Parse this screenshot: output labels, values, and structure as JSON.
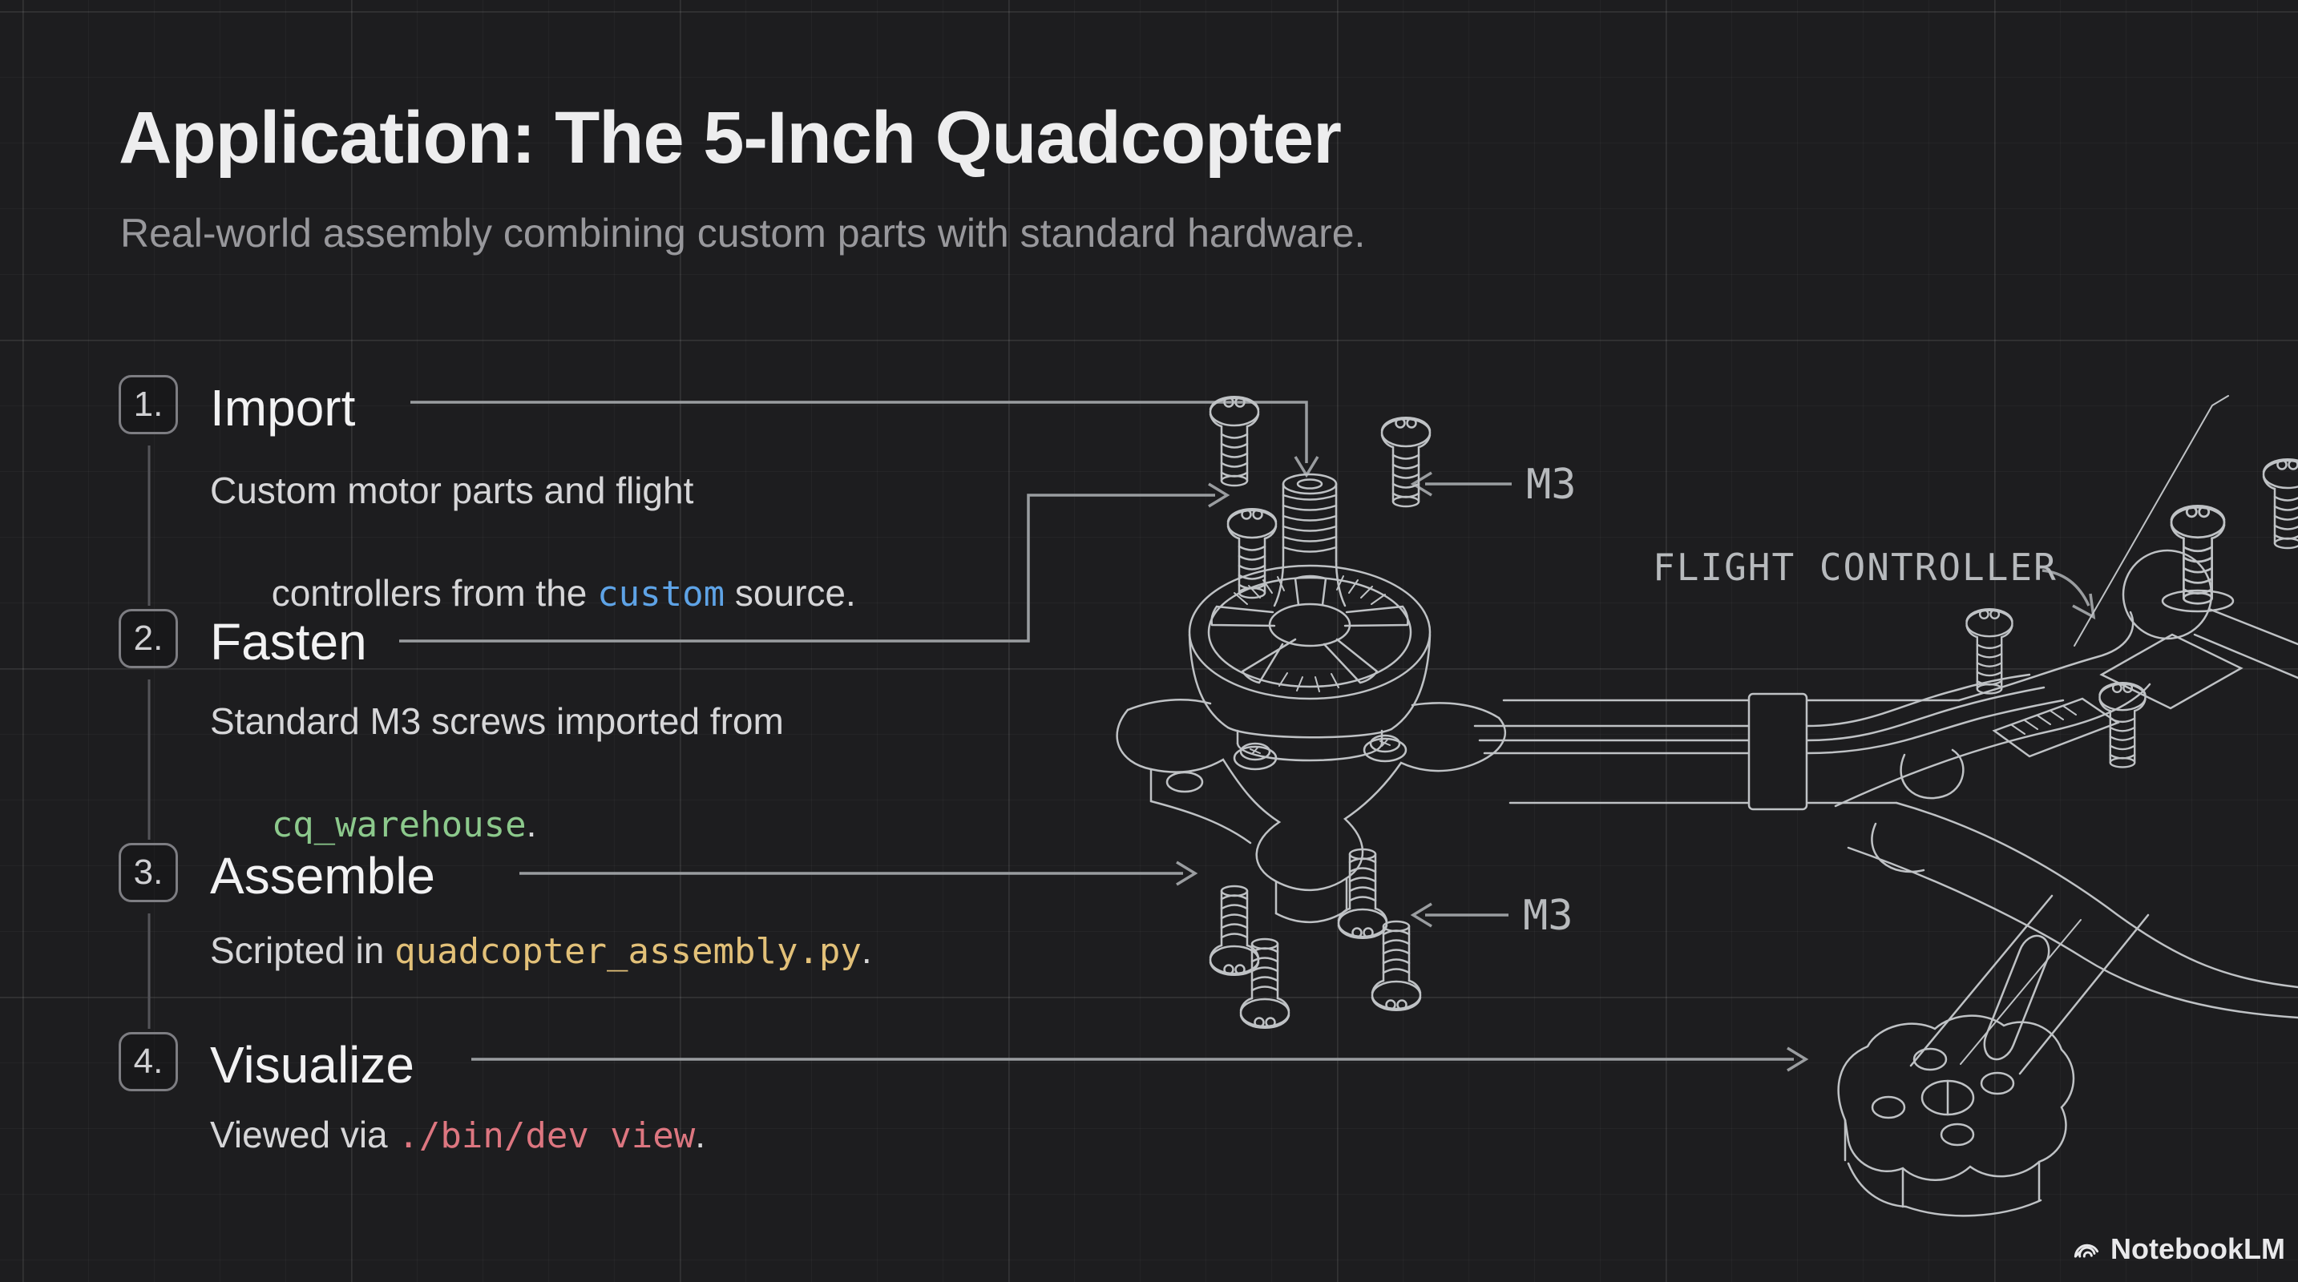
{
  "page": {
    "title": "Application: The 5-Inch Quadcopter",
    "subtitle": "Real-world assembly combining custom parts with standard hardware."
  },
  "steps": [
    {
      "number": "1.",
      "title": "Import",
      "line1": "Custom motor parts and flight",
      "line2_pre": "controllers from the ",
      "code": "custom",
      "line2_post": " source."
    },
    {
      "number": "2.",
      "title": "Fasten",
      "line1": "Standard M3 screws imported from",
      "line2_pre": "",
      "code": "cq_warehouse",
      "line2_post": "."
    },
    {
      "number": "3.",
      "title": "Assemble",
      "line1_pre": "Scripted in ",
      "code": "quadcopter_assembly.py",
      "line1_post": "."
    },
    {
      "number": "4.",
      "title": "Visualize",
      "line1_pre": "Viewed via ",
      "code": "./bin/dev view",
      "line1_post": "."
    }
  ],
  "diagram": {
    "labels": {
      "m3_top": "M3",
      "m3_bottom": "M3",
      "flight_controller": "FLIGHT CONTROLLER"
    }
  },
  "footer": {
    "brand": "NotebookLM"
  },
  "colors": {
    "background": "#1d1d1f",
    "title": "#ededee",
    "subtitle": "#98989c",
    "body_text": "#d6d6d8",
    "code_blue": "#5ea3e6",
    "code_green": "#8cc98c",
    "code_yellow": "#e2c078",
    "code_red": "#dd7680",
    "line_art": "#bfc2c5",
    "leader_line": "#9a9da0"
  }
}
